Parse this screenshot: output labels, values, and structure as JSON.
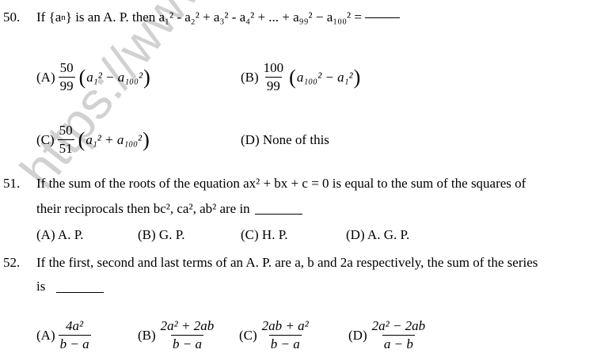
{
  "watermark": "https://www.studiest",
  "q50": {
    "number": "50.",
    "stem_prefix": "If {a",
    "stem_sub_n": "n",
    "stem_mid": "} is an A. P. then ",
    "series": "a₁² - a₂² + a₃² - a₄² + ... + a₉₉² − a₁₀₀² =",
    "options": [
      {
        "label": "(A)",
        "num": "50",
        "den": "99",
        "expr": "a₁² − a₁₀₀²"
      },
      {
        "label": "(B)",
        "num": "100",
        "den": "99",
        "expr": "a₁₀₀² − a₁²"
      },
      {
        "label": "(C)",
        "num": "50",
        "den": "51",
        "expr": "a₁² + a₁₀₀²"
      },
      {
        "label": "(D)",
        "text": "None of this"
      }
    ]
  },
  "q51": {
    "number": "51.",
    "line1": "If the sum of the roots of the equation ax² + bx + c = 0 is equal to the sum of the squares of",
    "line2": "their reciprocals then bc², ca², ab² are in",
    "options": [
      "(A) A. P.",
      "(B) G. P.",
      "(C) H. P.",
      "(D) A. G. P."
    ]
  },
  "q52": {
    "number": "52.",
    "line1": "If the first, second and last terms of an A. P. are a, b and 2a respectively, the sum of the series",
    "line2": "is",
    "options": [
      {
        "label": "(A)",
        "num": "4a²",
        "den": "b − a"
      },
      {
        "label": "(B)",
        "num": "2a² + 2ab",
        "den": "b − a"
      },
      {
        "label": "(C)",
        "num": "2ab + a²",
        "den": "b − a"
      },
      {
        "label": "(D)",
        "num": "2a² − 2ab",
        "den": "a − b"
      }
    ]
  }
}
